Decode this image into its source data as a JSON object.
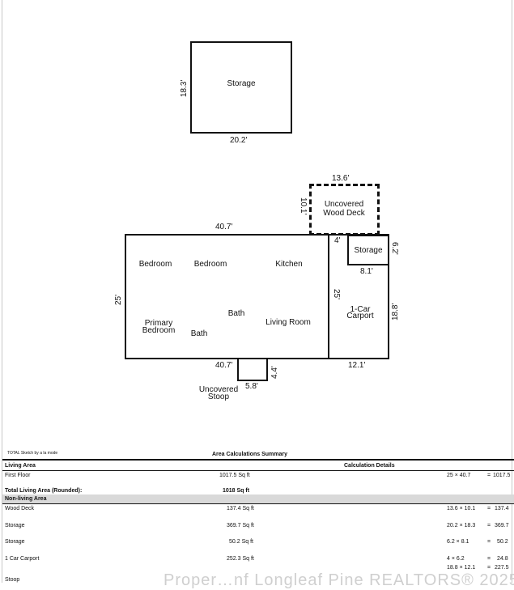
{
  "sketch": {
    "storage_top": {
      "label": "Storage",
      "width_dim": "20.2'",
      "height_dim": "18.3'"
    },
    "deck": {
      "label_line1": "Uncovered",
      "label_line2": "Wood Deck",
      "width_dim": "13.6'",
      "height_dim": "10.1'"
    },
    "house": {
      "top_dim": "40.7'",
      "left_dim": "25'",
      "bottom_dim": "40.7'",
      "rooms": [
        "Bedroom",
        "Bedroom",
        "Kitchen",
        "Bath",
        "Living Room",
        "Bath"
      ],
      "primary_line1": "Primary",
      "primary_line2": "Bedroom"
    },
    "carport": {
      "label_line1": "1-Car",
      "label_line2": "Carport",
      "dim_left": "25'",
      "dim_right": "18.8'",
      "dim_bottom": "12.1'",
      "dim_4": "4'"
    },
    "storage_small": {
      "label": "Storage",
      "width_dim": "8.1'",
      "height_dim": "6.2'"
    },
    "stoop": {
      "label_line1": "Uncovered",
      "label_line2": "Stoop",
      "width_dim": "5.8'",
      "height_dim": "4.4'"
    }
  },
  "summary": {
    "credit": "TOTAL Sketch by a la mode",
    "title": "Area Calculations Summary",
    "living_header": "Living Area",
    "calc_header": "Calculation Details",
    "first_floor_label": "First Floor",
    "first_floor_area": "1017.5 Sq ft",
    "first_floor_calc": "25 × 40.7",
    "first_floor_eq": "=",
    "first_floor_result": "1017.5",
    "total_label": "Total Living Area (Rounded):",
    "total_value": "1018 Sq ft",
    "nonliving_header": "Non-living Area",
    "rows": [
      {
        "label": "Wood Deck",
        "area": "137.4 Sq ft",
        "calc": "13.6 × 10.1",
        "eq": "=",
        "result": "137.4"
      },
      {
        "label": "Storage",
        "area": "369.7 Sq ft",
        "calc": "20.2 × 18.3",
        "eq": "=",
        "result": "369.7"
      },
      {
        "label": "Storage",
        "area": "50.2 Sq ft",
        "calc": "6.2 × 8.1",
        "eq": "=",
        "result": "50.2"
      },
      {
        "label": "1 Car Carport",
        "area": "252.3 Sq ft",
        "calc": "4 × 6.2",
        "eq": "=",
        "result": "24.8"
      }
    ],
    "carport_extra": {
      "calc": "18.8 × 12.1",
      "eq": "=",
      "result": "227.5"
    },
    "partial_label": "Stoop"
  },
  "watermark": "Proper…nf Longleaf Pine REALTORS® 2025"
}
